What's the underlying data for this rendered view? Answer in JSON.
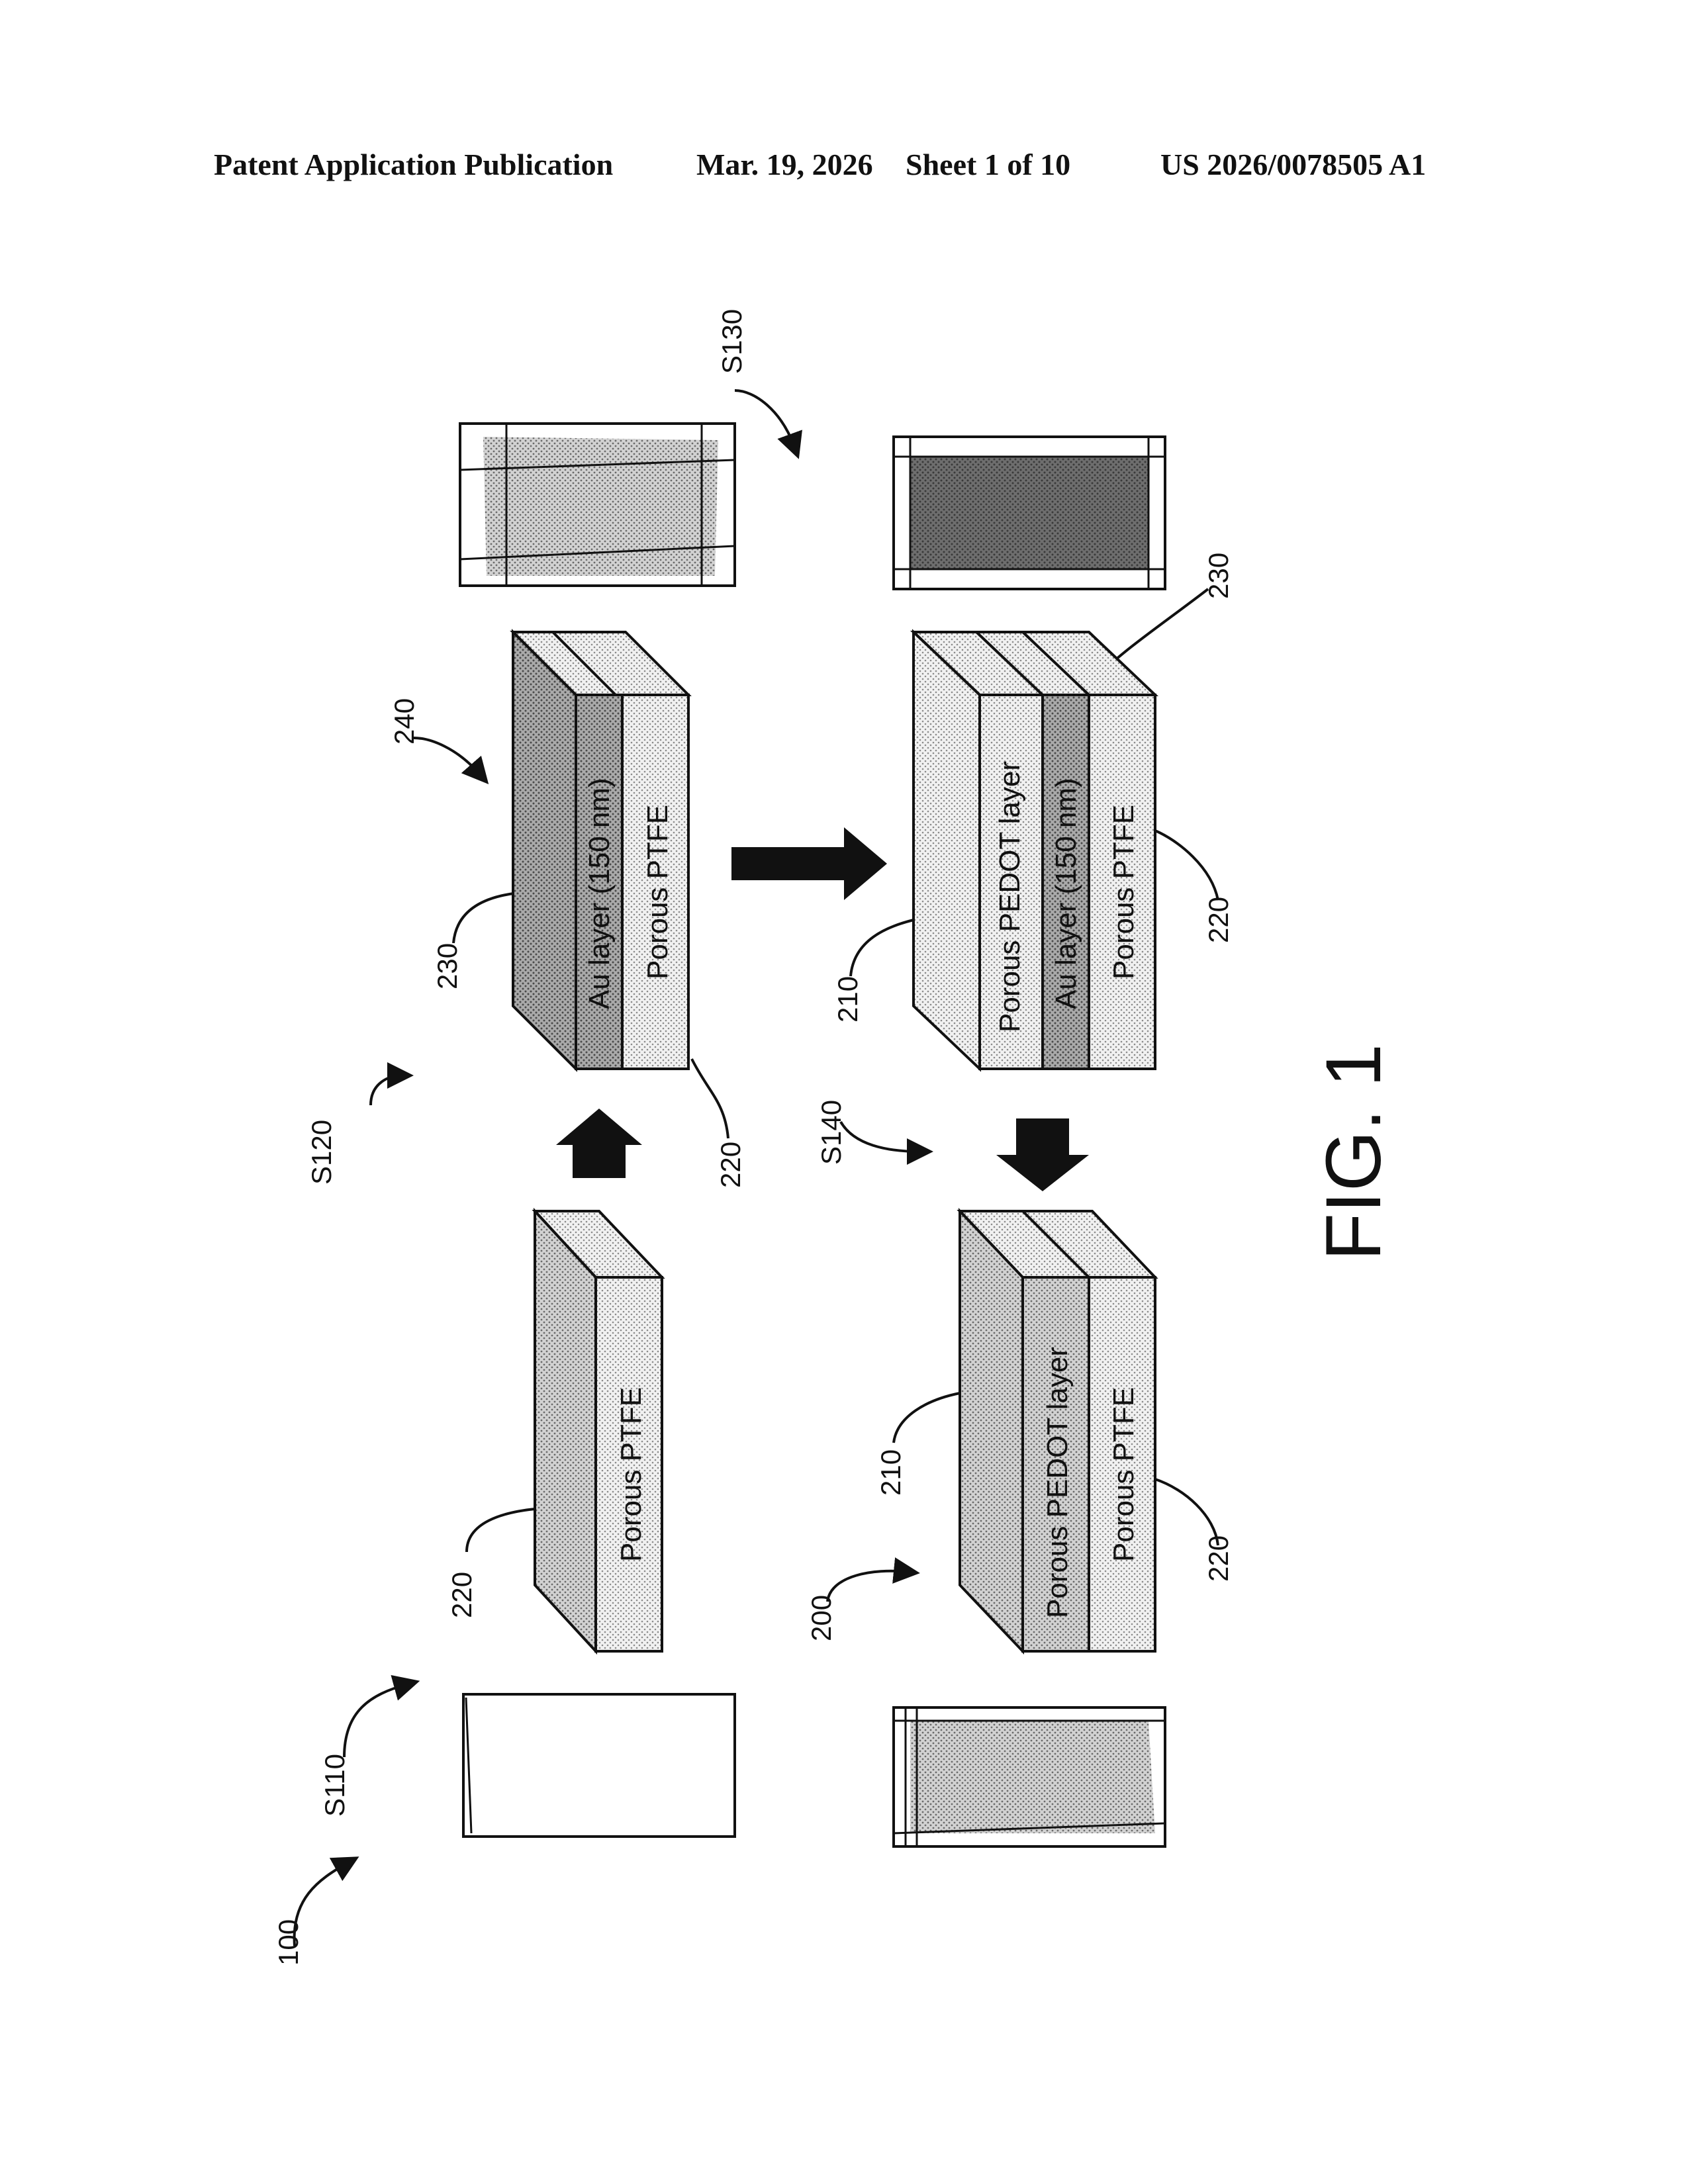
{
  "header": {
    "publication": "Patent Application Publication",
    "date": "Mar. 19, 2026",
    "sheet": "Sheet 1 of 10",
    "number": "US 2026/0078505 A1"
  },
  "figure": {
    "caption": "FIG. 1",
    "refs": {
      "r100": "100",
      "s110": "S110",
      "s120": "S120",
      "s130": "S130",
      "s140": "S140",
      "r200": "200",
      "r210a": "210",
      "r210b": "210",
      "r220a": "220",
      "r220b": "220",
      "r220c": "220",
      "r220d": "220",
      "r230a": "230",
      "r230b": "230",
      "r240": "240"
    },
    "layers": {
      "ptfe_1": "Porous PTFE",
      "ptfe_2": "Porous PTFE",
      "ptfe_3": "Porous PTFE",
      "ptfe_4": "Porous PTFE",
      "au_1": "Au layer (150 nm)",
      "au_2": "Au layer (150 nm)",
      "pedot_1": "Porous PEDOT layer",
      "pedot_2": "Porous PEDOT layer"
    }
  },
  "colors": {
    "ink": "#111111",
    "ptfe_fill": "#e6e6e6",
    "au_fill": "#b4b4b4",
    "pedot_fill": "#cfcfcf",
    "dark_film": "#7a7a7a"
  }
}
